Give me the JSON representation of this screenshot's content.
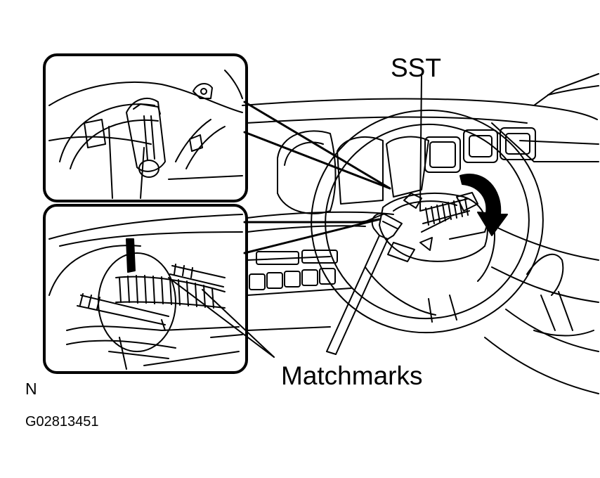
{
  "labels": {
    "sst": "SST",
    "matchmarks": "Matchmarks",
    "view_letter": "N",
    "figure_code": "G02813451"
  },
  "colors": {
    "ink": "#000000",
    "paper": "#ffffff"
  }
}
